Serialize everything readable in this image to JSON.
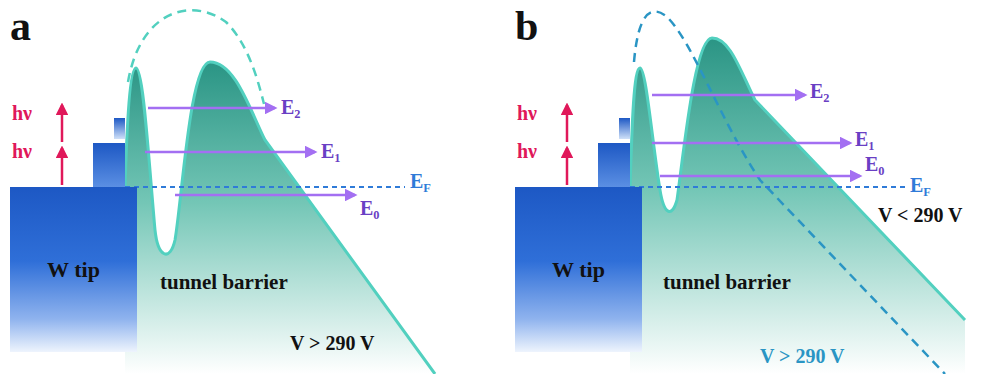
{
  "diagram": {
    "nodes": [
      {
        "text": [
          "W tip"
        ]
      },
      {
        "text": [
          "W tip"
        ]
      }
    ],
    "labels": [
      "a",
      "hν",
      "hν",
      "E2",
      "E1",
      "E0",
      "EF",
      "tunnel barrier",
      "V > 290 V",
      "b",
      "hν",
      "hν",
      "E2",
      "E1",
      "E0",
      "EF",
      "tunnel barrier",
      "V < 290 V",
      "V > 290 V"
    ]
  }
}
